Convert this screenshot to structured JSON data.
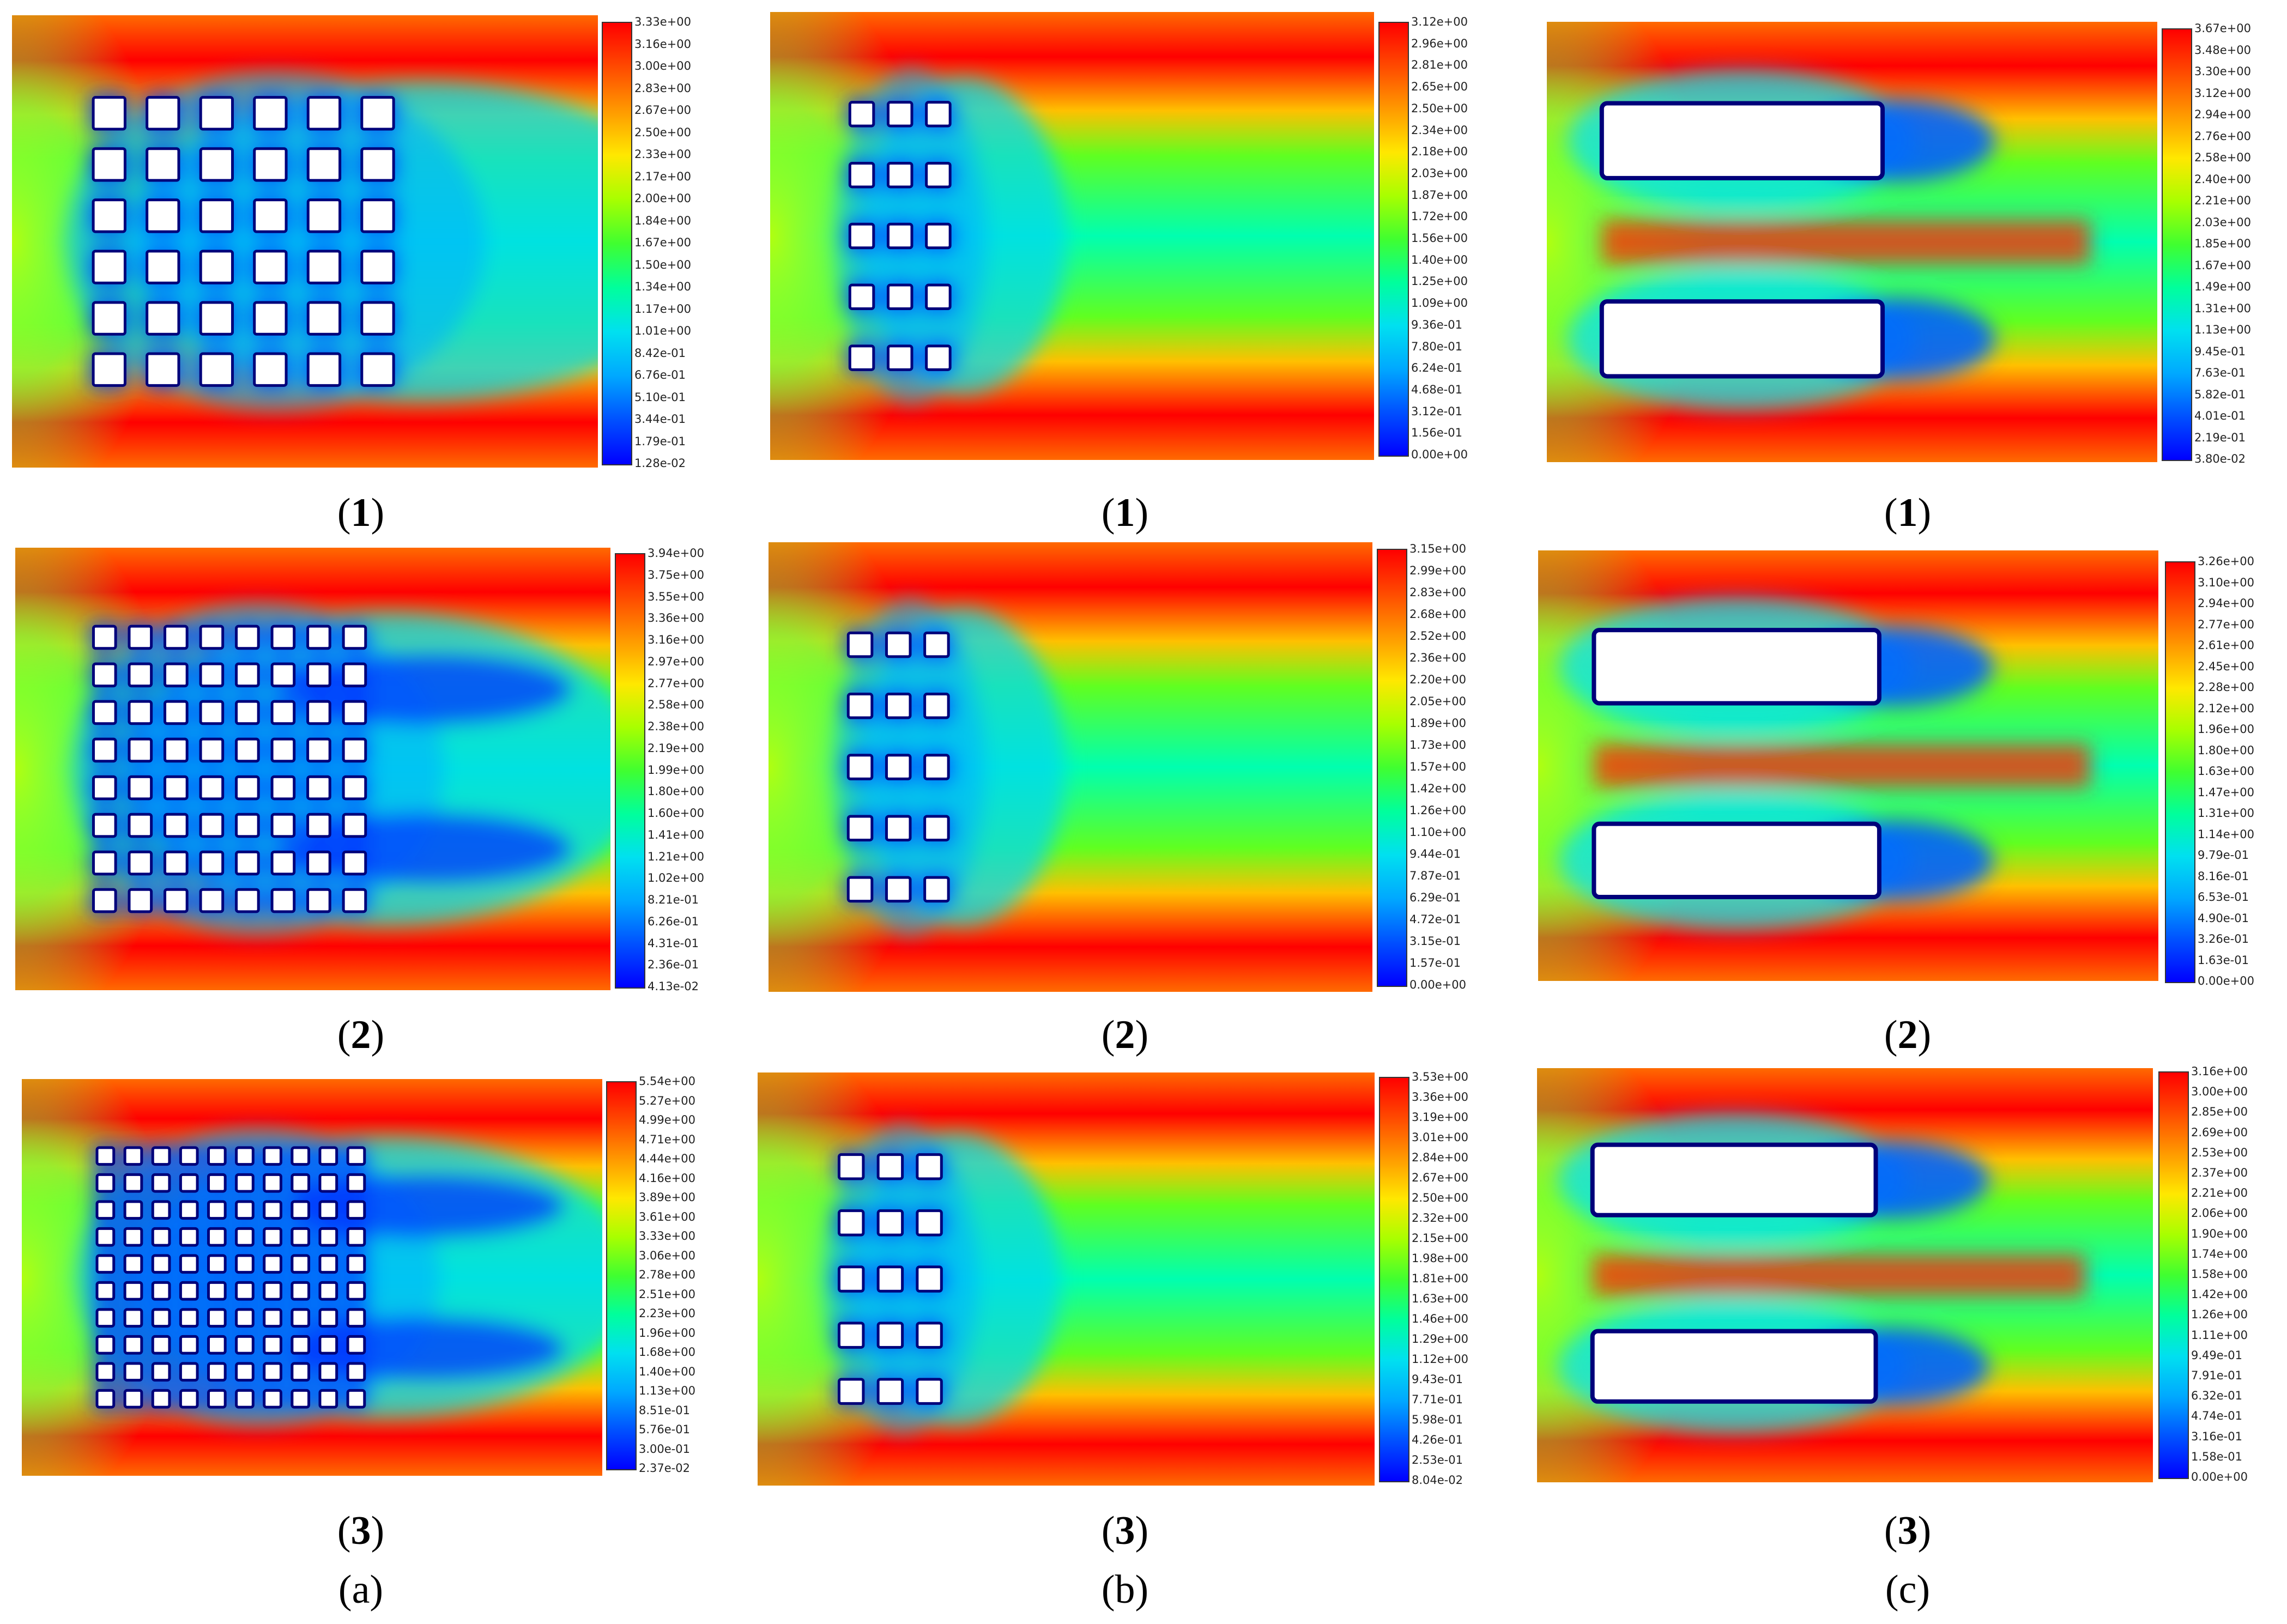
{
  "panels": [
    {
      "id": "a1",
      "type": "cylinders",
      "cols": 6,
      "rows": 6,
      "cap": "1",
      "ticks": [
        "3.33e+00",
        "3.16e+00",
        "3.00e+00",
        "2.83e+00",
        "2.67e+00",
        "2.50e+00",
        "2.33e+00",
        "2.17e+00",
        "2.00e+00",
        "1.84e+00",
        "1.67e+00",
        "1.50e+00",
        "1.34e+00",
        "1.17e+00",
        "1.01e+00",
        "8.42e-01",
        "6.76e-01",
        "5.10e-01",
        "3.44e-01",
        "1.79e-01",
        "1.28e-02"
      ]
    },
    {
      "id": "b1",
      "type": "cylinders",
      "cols": 3,
      "rows": 5,
      "cap": "1",
      "ticks": [
        "3.12e+00",
        "2.96e+00",
        "2.81e+00",
        "2.65e+00",
        "2.50e+00",
        "2.34e+00",
        "2.18e+00",
        "2.03e+00",
        "1.87e+00",
        "1.72e+00",
        "1.56e+00",
        "1.40e+00",
        "1.25e+00",
        "1.09e+00",
        "9.36e-01",
        "7.80e-01",
        "6.24e-01",
        "4.68e-01",
        "3.12e-01",
        "1.56e-01",
        "0.00e+00"
      ]
    },
    {
      "id": "c1",
      "type": "plates",
      "cap": "1",
      "ticks": [
        "3.67e+00",
        "3.48e+00",
        "3.30e+00",
        "3.12e+00",
        "2.94e+00",
        "2.76e+00",
        "2.58e+00",
        "2.40e+00",
        "2.21e+00",
        "2.03e+00",
        "1.85e+00",
        "1.67e+00",
        "1.49e+00",
        "1.31e+00",
        "1.13e+00",
        "9.45e-01",
        "7.63e-01",
        "5.82e-01",
        "4.01e-01",
        "2.19e-01",
        "3.80e-02"
      ]
    },
    {
      "id": "a2",
      "type": "cylinders",
      "cols": 8,
      "rows": 8,
      "cap": "2",
      "ticks": [
        "3.94e+00",
        "3.75e+00",
        "3.55e+00",
        "3.36e+00",
        "3.16e+00",
        "2.97e+00",
        "2.77e+00",
        "2.58e+00",
        "2.38e+00",
        "2.19e+00",
        "1.99e+00",
        "1.80e+00",
        "1.60e+00",
        "1.41e+00",
        "1.21e+00",
        "1.02e+00",
        "8.21e-01",
        "6.26e-01",
        "4.31e-01",
        "2.36e-01",
        "4.13e-02"
      ]
    },
    {
      "id": "b2",
      "type": "cylinders",
      "cols": 3,
      "rows": 5,
      "cap": "2",
      "ticks": [
        "3.15e+00",
        "2.99e+00",
        "2.83e+00",
        "2.68e+00",
        "2.52e+00",
        "2.36e+00",
        "2.20e+00",
        "2.05e+00",
        "1.89e+00",
        "1.73e+00",
        "1.57e+00",
        "1.42e+00",
        "1.26e+00",
        "1.10e+00",
        "9.44e-01",
        "7.87e-01",
        "6.29e-01",
        "4.72e-01",
        "3.15e-01",
        "1.57e-01",
        "0.00e+00"
      ]
    },
    {
      "id": "c2",
      "type": "plates",
      "cap": "2",
      "ticks": [
        "3.26e+00",
        "3.10e+00",
        "2.94e+00",
        "2.77e+00",
        "2.61e+00",
        "2.45e+00",
        "2.28e+00",
        "2.12e+00",
        "1.96e+00",
        "1.80e+00",
        "1.63e+00",
        "1.47e+00",
        "1.31e+00",
        "1.14e+00",
        "9.79e-01",
        "8.16e-01",
        "6.53e-01",
        "4.90e-01",
        "3.26e-01",
        "1.63e-01",
        "0.00e+00"
      ]
    },
    {
      "id": "a3",
      "type": "cylinders",
      "cols": 10,
      "rows": 10,
      "cap": "3",
      "ticks": [
        "5.54e+00",
        "5.27e+00",
        "4.99e+00",
        "4.71e+00",
        "4.44e+00",
        "4.16e+00",
        "3.89e+00",
        "3.61e+00",
        "3.33e+00",
        "3.06e+00",
        "2.78e+00",
        "2.51e+00",
        "2.23e+00",
        "1.96e+00",
        "1.68e+00",
        "1.40e+00",
        "1.13e+00",
        "8.51e-01",
        "5.76e-01",
        "3.00e-01",
        "2.37e-02"
      ]
    },
    {
      "id": "b3",
      "type": "cylinders",
      "cols": 3,
      "rows": 5,
      "cap": "3",
      "ticks": [
        "3.53e+00",
        "3.36e+00",
        "3.19e+00",
        "3.01e+00",
        "2.84e+00",
        "2.67e+00",
        "2.50e+00",
        "2.32e+00",
        "2.15e+00",
        "1.98e+00",
        "1.81e+00",
        "1.63e+00",
        "1.46e+00",
        "1.29e+00",
        "1.12e+00",
        "9.43e-01",
        "7.71e-01",
        "5.98e-01",
        "4.26e-01",
        "2.53e-01",
        "8.04e-02"
      ]
    },
    {
      "id": "c3",
      "type": "plates",
      "cap": "3",
      "ticks": [
        "3.16e+00",
        "3.00e+00",
        "2.85e+00",
        "2.69e+00",
        "2.53e+00",
        "2.37e+00",
        "2.21e+00",
        "2.06e+00",
        "1.90e+00",
        "1.74e+00",
        "1.58e+00",
        "1.42e+00",
        "1.26e+00",
        "1.11e+00",
        "9.49e-01",
        "7.91e-01",
        "6.32e-01",
        "4.74e-01",
        "3.16e-01",
        "1.58e-01",
        "0.00e+00"
      ]
    }
  ],
  "column_labels": [
    "a",
    "b",
    "c"
  ]
}
